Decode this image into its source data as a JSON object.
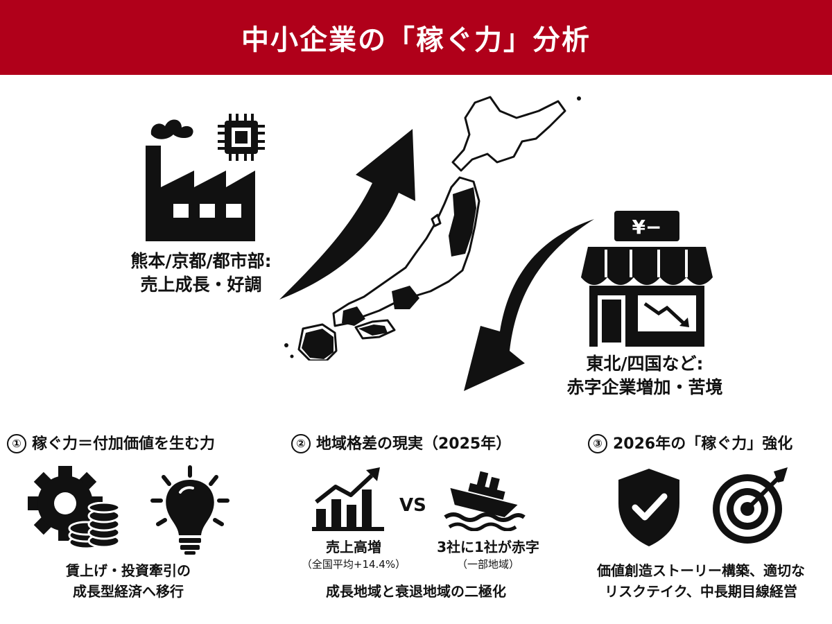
{
  "title": "中小企業の「稼ぐ力」分析",
  "colors": {
    "header_bg": "#b0001a",
    "header_text": "#ffffff",
    "ink": "#111111",
    "background": "#ffffff"
  },
  "hero": {
    "left_label": [
      "熊本/京都/都市部:",
      "売上成長・好調"
    ],
    "right_label": [
      "東北/四国など:",
      "赤字企業増加・苦境"
    ],
    "shop_sign": "¥−",
    "icons": [
      "factory-icon",
      "chip-icon",
      "up-arrow-icon",
      "japan-map-icon",
      "down-arrow-icon",
      "shop-icon"
    ]
  },
  "sections": [
    {
      "number": "①",
      "title": "稼ぐ力＝付加価値を生む力",
      "icons": [
        "gear-icon",
        "coins-icon",
        "lightbulb-icon"
      ],
      "caption": [
        "賃上げ・投資牽引の",
        "成長型経済へ移行"
      ]
    },
    {
      "number": "②",
      "title": "地域格差の現実（2025年）",
      "icons": [
        "growth-chart-icon",
        "sinking-ship-icon"
      ],
      "vs": "VS",
      "left_caption": "売上高増",
      "left_sub": "（全国平均+14.4%）",
      "right_caption": "3社に1社が赤字",
      "right_sub": "（一部地域）",
      "caption": "成長地域と衰退地域の二極化"
    },
    {
      "number": "③",
      "title": "2026年の「稼ぐ力」強化",
      "icons": [
        "shield-check-icon",
        "target-icon"
      ],
      "caption": [
        "価値創造ストーリー構築、適切な",
        "リスクテイク、中長期目線経営"
      ]
    }
  ]
}
